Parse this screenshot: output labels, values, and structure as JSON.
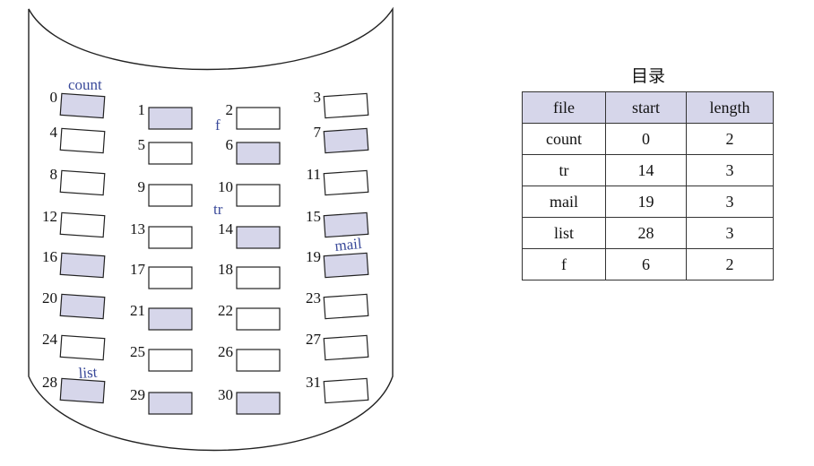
{
  "directory": {
    "title": "目录",
    "headers": [
      "file",
      "start",
      "length"
    ],
    "rows": [
      [
        "count",
        "0",
        "2"
      ],
      [
        "tr",
        "14",
        "3"
      ],
      [
        "mail",
        "19",
        "3"
      ],
      [
        "list",
        "28",
        "3"
      ],
      [
        "f",
        "6",
        "2"
      ]
    ]
  },
  "disk": {
    "blocks": [
      "0",
      "1",
      "2",
      "3",
      "4",
      "5",
      "6",
      "7",
      "8",
      "9",
      "10",
      "11",
      "12",
      "13",
      "14",
      "15",
      "16",
      "17",
      "18",
      "19",
      "20",
      "21",
      "22",
      "23",
      "24",
      "25",
      "26",
      "27",
      "28",
      "29",
      "30",
      "31"
    ],
    "allocated": [
      0,
      1,
      6,
      7,
      14,
      15,
      16,
      19,
      20,
      21,
      28,
      29,
      30
    ],
    "file_labels": [
      {
        "name": "count",
        "block": 0
      },
      {
        "name": "f",
        "block": 6
      },
      {
        "name": "tr",
        "block": 14
      },
      {
        "name": "mail",
        "block": 19
      },
      {
        "name": "list",
        "block": 28
      }
    ]
  },
  "colors": {
    "allocated_fill": "#d6d6ea",
    "free_fill": "#ffffff",
    "label_color": "#3a4a9a",
    "stroke": "#222222"
  }
}
